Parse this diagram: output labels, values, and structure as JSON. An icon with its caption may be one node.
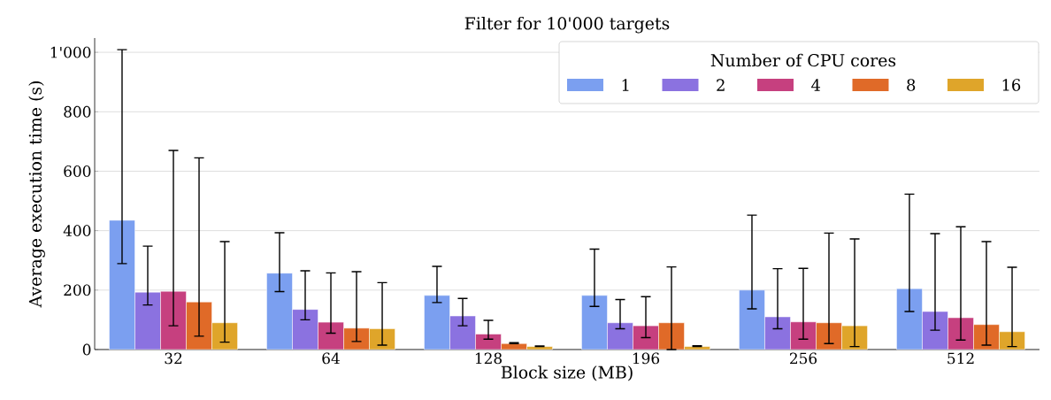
{
  "diagram": {
    "chart_data": {
      "type": "bar",
      "title": "Filter for 10'000 targets",
      "xlabel": "Block size (MB)",
      "ylabel": "Average execution time (s)",
      "categories": [
        "32",
        "64",
        "128",
        "196",
        "256",
        "512"
      ],
      "series": [
        {
          "name": "1",
          "color": "#7b9ff0",
          "values": [
            435,
            257,
            182,
            182,
            200,
            205
          ],
          "errors": [
            [
              289,
              1009
            ],
            [
              195,
              393
            ],
            [
              158,
              280
            ],
            [
              145,
              338
            ],
            [
              137,
              452
            ],
            [
              128,
              523
            ]
          ]
        },
        {
          "name": "2",
          "color": "#8b72e0",
          "values": [
            193,
            135,
            113,
            90,
            110,
            128
          ],
          "errors": [
            [
              150,
              348
            ],
            [
              100,
              265
            ],
            [
              80,
              172
            ],
            [
              70,
              168
            ],
            [
              70,
              272
            ],
            [
              65,
              390
            ]
          ]
        },
        {
          "name": "4",
          "color": "#c6407f",
          "values": [
            196,
            92,
            52,
            80,
            93,
            107
          ],
          "errors": [
            [
              80,
              670
            ],
            [
              55,
              258
            ],
            [
              35,
              98
            ],
            [
              40,
              178
            ],
            [
              35,
              273
            ],
            [
              32,
              413
            ]
          ]
        },
        {
          "name": "8",
          "color": "#e06a28",
          "values": [
            160,
            72,
            20,
            90,
            90,
            84
          ],
          "errors": [
            [
              45,
              645
            ],
            [
              27,
              262
            ],
            [
              20,
              23
            ],
            [
              0,
              278
            ],
            [
              20,
              392
            ],
            [
              15,
              363
            ]
          ]
        },
        {
          "name": "16",
          "color": "#dfa52a",
          "values": [
            90,
            70,
            10,
            10,
            80,
            60
          ],
          "errors": [
            [
              25,
              363
            ],
            [
              15,
              225
            ],
            [
              10,
              12
            ],
            [
              10,
              13
            ],
            [
              10,
              372
            ],
            [
              10,
              277
            ]
          ]
        }
      ],
      "ylim": [
        0,
        1048
      ],
      "grid": "y",
      "legend": {
        "title": "Number of CPU cores"
      },
      "yticks": [
        0,
        200,
        400,
        600,
        800,
        {
          "value": 1000,
          "label": "1'000"
        }
      ]
    }
  }
}
